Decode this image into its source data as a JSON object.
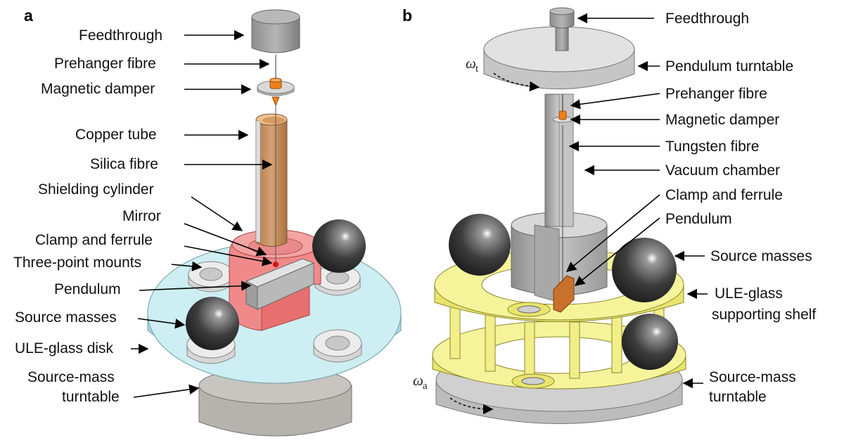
{
  "panels": {
    "a": {
      "letter": "a",
      "labels": {
        "feedthrough": "Feedthrough",
        "prehanger_fibre": "Prehanger fibre",
        "magnetic_damper": "Magnetic damper",
        "copper_tube": "Copper tube",
        "silica_fibre": "Silica fibre",
        "shielding_cylinder": "Shielding cylinder",
        "mirror": "Mirror",
        "clamp_and_ferrule": "Clamp and ferrule",
        "three_point_mounts": "Three-point mounts",
        "pendulum": "Pendulum",
        "source_masses": "Source masses",
        "ule_glass_disk": "ULE-glass disk",
        "source_mass_turntable_1": "Source-mass",
        "source_mass_turntable_2": "turntable"
      }
    },
    "b": {
      "letter": "b",
      "labels": {
        "feedthrough": "Feedthrough",
        "pendulum_turntable": "Pendulum turntable",
        "prehanger_fibre": "Prehanger fibre",
        "magnetic_damper": "Magnetic damper",
        "tungsten_fibre": "Tungsten fibre",
        "vacuum_chamber": "Vacuum chamber",
        "clamp_and_ferrule": "Clamp and ferrule",
        "pendulum": "Pendulum",
        "source_masses": "Source masses",
        "ule_glass_shelf_1": "ULE-glass",
        "ule_glass_shelf_2": "supporting shelf",
        "source_mass_turntable_1": "Source-mass",
        "source_mass_turntable_2": "turntable"
      },
      "omega_t": {
        "symbol": "ω",
        "sub": "t"
      },
      "omega_a": {
        "symbol": "ω",
        "sub": "a"
      }
    }
  },
  "colors": {
    "ule_disk": "#cdeef2",
    "shield": "#f08a8a",
    "copper": "#c99465",
    "damper": "#f07f1d",
    "grey": "#bdbdbd",
    "yellow_shelf": "#f6f49a",
    "sphere": "#3a3a3a"
  },
  "icons": {
    "panel_a": "torsion-pendulum-setup",
    "panel_b": "torsion-pendulum-with-vacuum-chamber"
  }
}
